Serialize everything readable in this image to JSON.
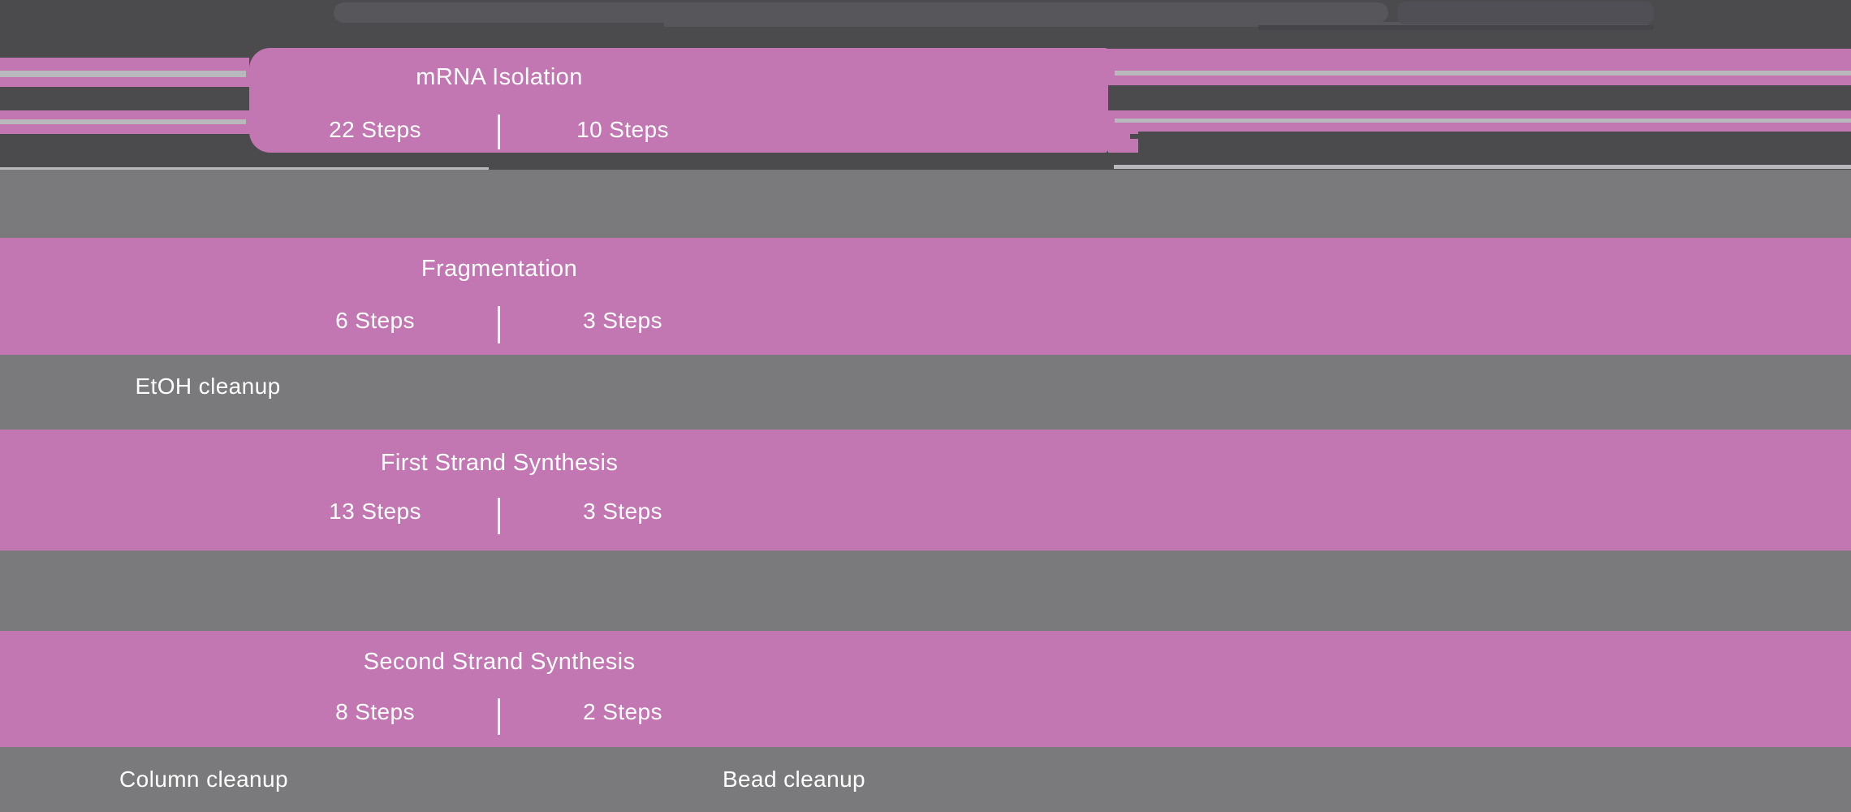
{
  "diagram": {
    "title_hint": "Library prep workflow step comparison",
    "stages": [
      {
        "title": "mRNA Isolation",
        "left_steps": "22 Steps",
        "right_steps": "10 Steps"
      },
      {
        "title": "Fragmentation",
        "left_steps": "6 Steps",
        "right_steps": "3 Steps"
      },
      {
        "title": "First Strand Synthesis",
        "left_steps": "13 Steps",
        "right_steps": "3 Steps"
      },
      {
        "title": "Second Strand Synthesis",
        "left_steps": "8 Steps",
        "right_steps": "2 Steps"
      }
    ],
    "cleanup": {
      "etoh": "EtOH cleanup",
      "column": "Column cleanup",
      "bead": "Bead cleanup"
    }
  },
  "colors": {
    "background_dark": "#4b4b4d",
    "separator_gray": "#7a7a7c",
    "stage_pink": "#c276b2",
    "connector_silver": "#b9b9bd",
    "text_white": "#ffffff",
    "chrome_light": "#56565b",
    "chrome_mid": "#4f4f55",
    "chrome_shadow": "#454549"
  }
}
